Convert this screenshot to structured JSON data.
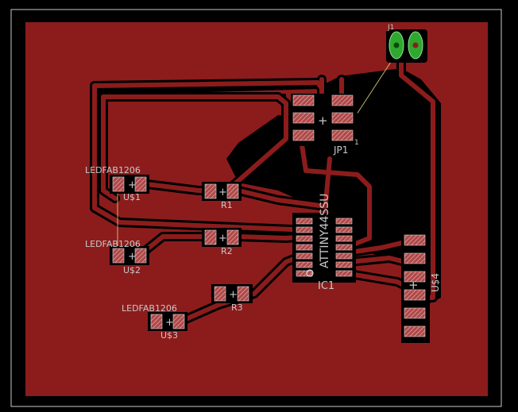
{
  "colors": {
    "background": "#000000",
    "copper": "#8c1c1c",
    "trace_gap": "#000000",
    "pad_fill": "#b04444",
    "pad_outline": "#e8d0d0",
    "silkscreen": "#d8d8d8",
    "connector": "#2ea82e",
    "airwire": "#e8d87a"
  },
  "components": {
    "u1": {
      "name": "U$1",
      "value": "LEDFAB1206"
    },
    "u2": {
      "name": "U$2",
      "value": "LEDFAB1206"
    },
    "u3": {
      "name": "U$3",
      "value": "LEDFAB1206"
    },
    "r1": {
      "name": "R1"
    },
    "r2": {
      "name": "R2"
    },
    "r3": {
      "name": "R3"
    },
    "ic1": {
      "name": "IC1",
      "value": "ATTINY44SSU"
    },
    "jp1": {
      "name": "JP1",
      "pin": "1"
    },
    "j1": {
      "name": "J1"
    },
    "u4": {
      "name": "U$4"
    }
  }
}
